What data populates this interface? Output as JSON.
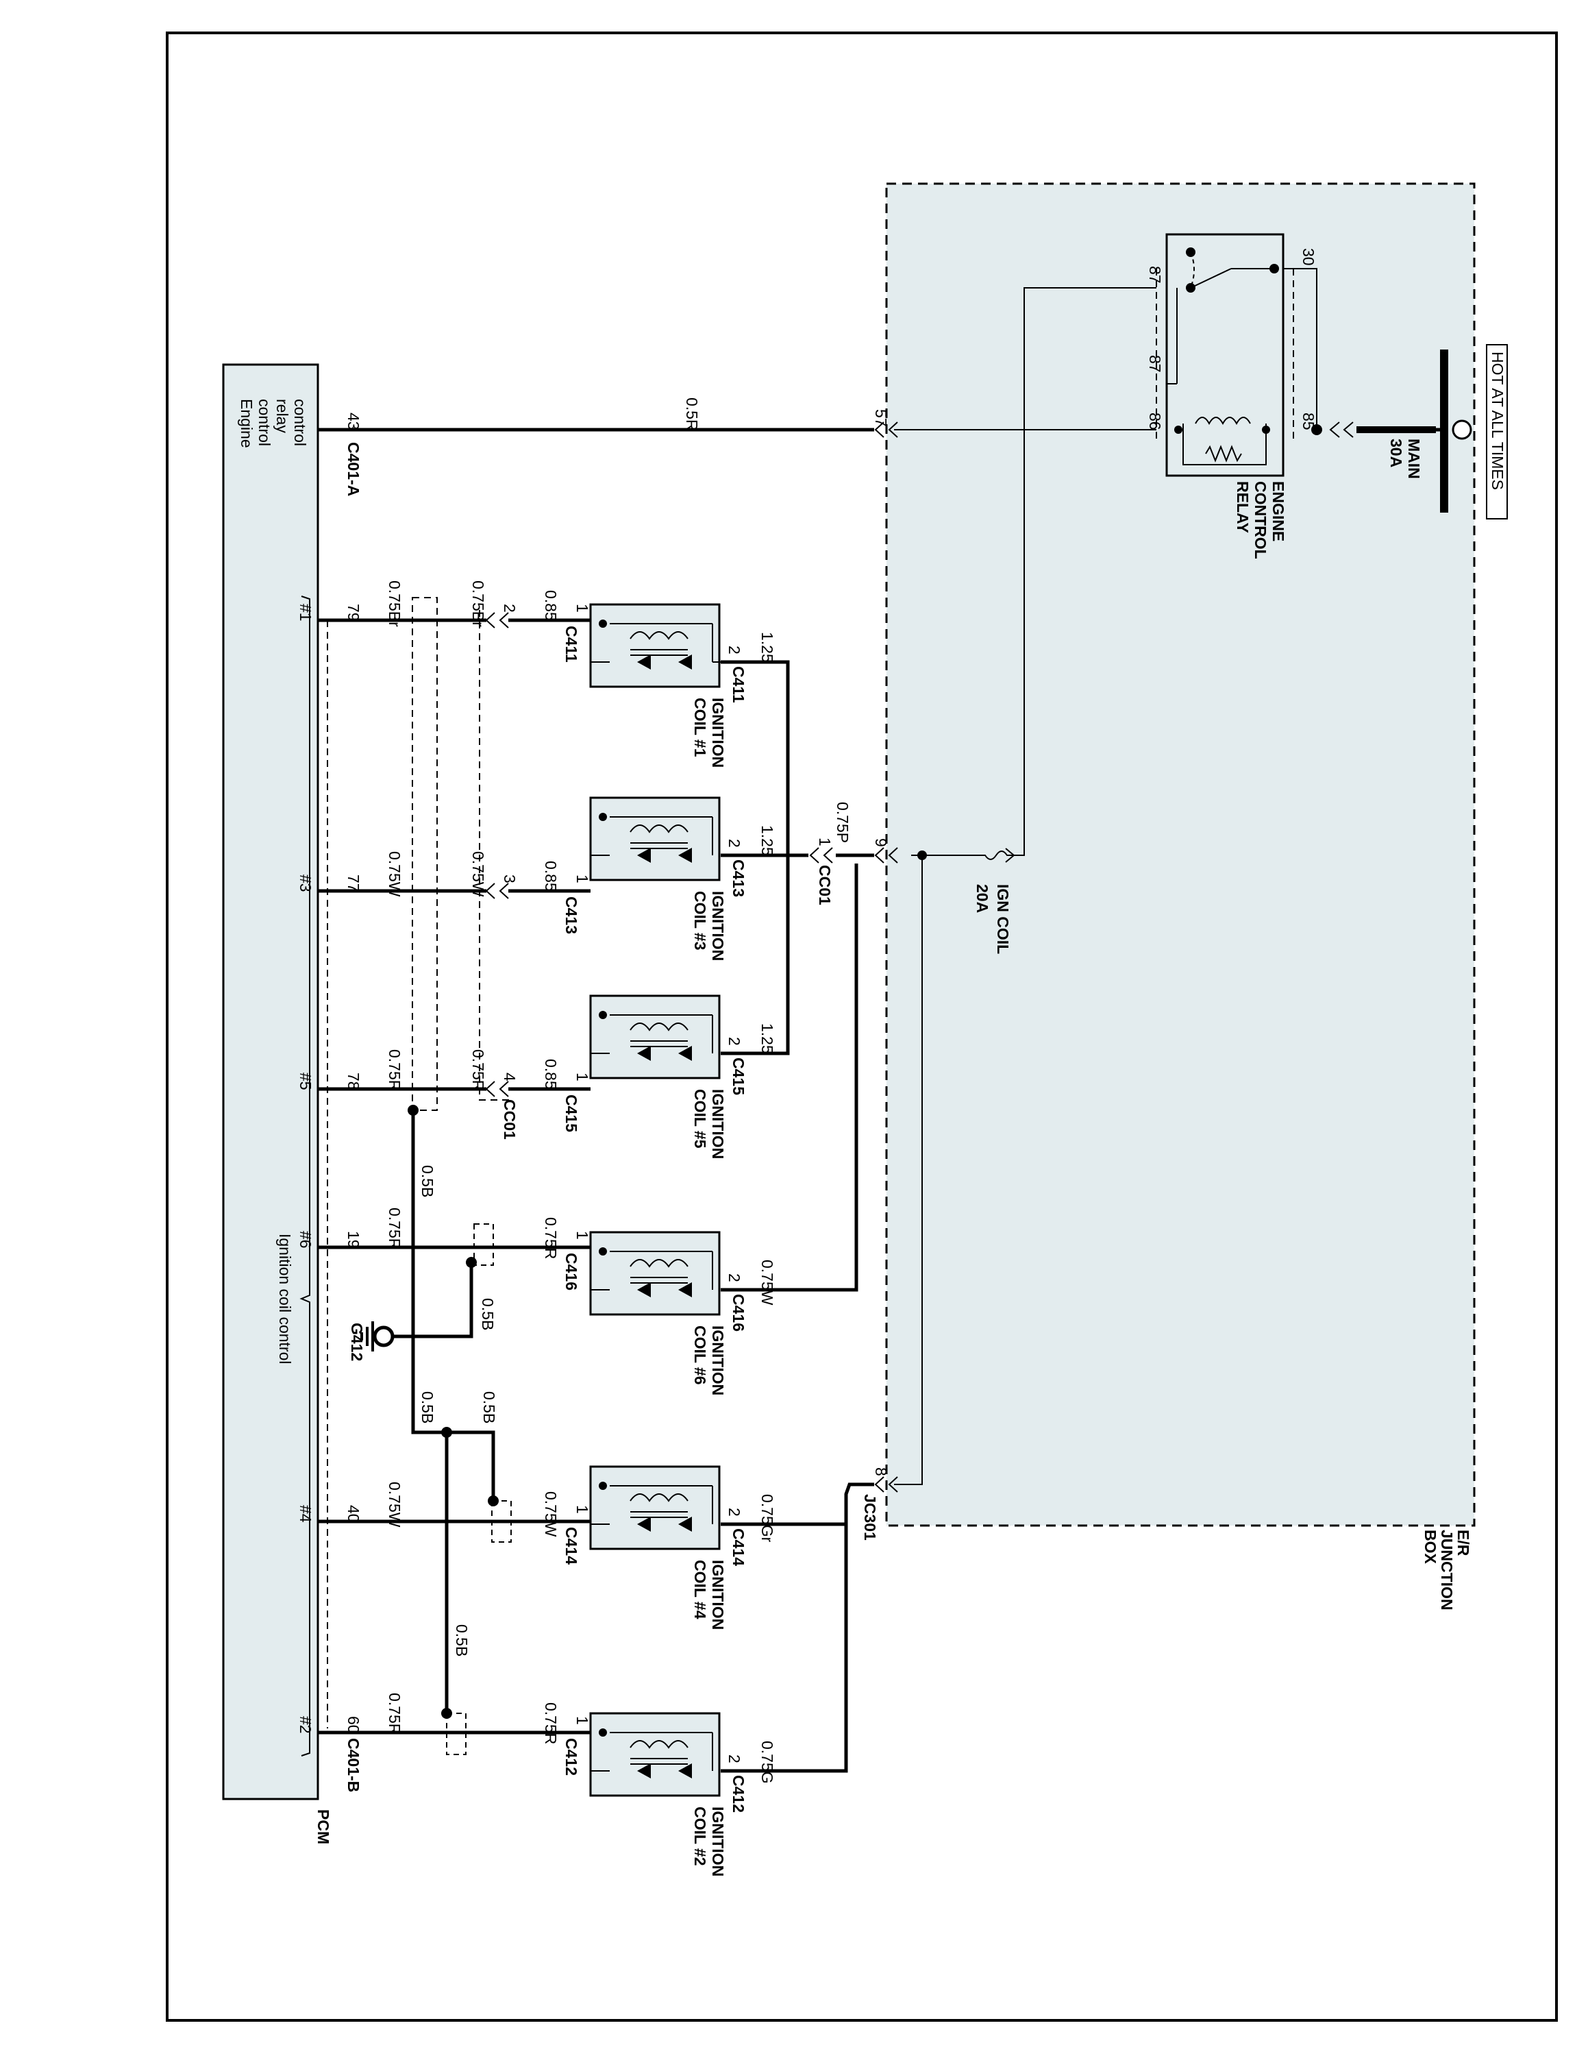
{
  "hot_at_all_times": "HOT AT ALL TIMES",
  "main_fuse": {
    "name": "MAIN",
    "rating": "30A"
  },
  "relay": {
    "line1": "ENGINE",
    "line2": "CONTROL",
    "line3": "RELAY",
    "pin30": "30",
    "pin85": "85",
    "pin86": "86",
    "pin87a": "87",
    "pin87b": "87"
  },
  "junction_box": {
    "line1": "E/R",
    "line2": "JUNCTION",
    "line3": "BOX"
  },
  "ign_fuse": {
    "name": "IGN COIL",
    "rating": "20A"
  },
  "pcm": {
    "name": "PCM",
    "relay_ctrl_label": "Engine control relay control",
    "coil_ctrl_label": "Ignition coil control",
    "conn_a": "C401-A",
    "conn_b": "C401-B",
    "relay_pin": "43"
  },
  "relay_wire": {
    "color": "0.5R",
    "jb_pin": "57"
  },
  "jb_pins": {
    "pin9": "9",
    "pin8": "8",
    "jc": "JC301"
  },
  "cc01": {
    "name": "CC01",
    "pin1": "1",
    "wire_in": "0.75P"
  },
  "coils": [
    {
      "name": "IGNITION COIL #1",
      "conn": "C411",
      "pcm_pin": "79",
      "pcm_ch": "#1",
      "pcm_wire": "0.75Br",
      "mid_wire": "0.75Br",
      "mid_pin": "2",
      "coil_wire": "0.85",
      "supply_wire": "1.25",
      "pin1": "1",
      "pin2": "2"
    },
    {
      "name": "IGNITION COIL #3",
      "conn": "C413",
      "pcm_pin": "77",
      "pcm_ch": "#3",
      "pcm_wire": "0.75W",
      "mid_wire": "0.75W",
      "mid_pin": "3",
      "coil_wire": "0.85",
      "supply_wire": "1.25",
      "pin1": "1",
      "pin2": "2"
    },
    {
      "name": "IGNITION COIL #5",
      "conn": "C415",
      "pcm_pin": "78",
      "pcm_ch": "#5",
      "pcm_wire": "0.75R",
      "mid_wire": "0.75R",
      "mid_pin": "4",
      "coil_wire": "0.85",
      "supply_wire": "1.25",
      "pin1": "1",
      "pin2": "2"
    },
    {
      "name": "IGNITION COIL #6",
      "conn": "C416",
      "pcm_pin": "19",
      "pcm_ch": "#6",
      "pcm_wire": "0.75R",
      "coil_wire": "0.75R",
      "supply_wire": "0.75W",
      "pin1": "1",
      "pin2": "2"
    },
    {
      "name": "IGNITION COIL #4",
      "conn": "C414",
      "pcm_pin": "40",
      "pcm_ch": "#4",
      "pcm_wire": "0.75W",
      "coil_wire": "0.75W",
      "supply_wire": "0.75Gr",
      "pin1": "1",
      "pin2": "2"
    },
    {
      "name": "IGNITION COIL #2",
      "conn": "C412",
      "pcm_pin": "60",
      "pcm_ch": "#2",
      "pcm_wire": "0.75R",
      "coil_wire": "0.75R",
      "supply_wire": "0.75G",
      "pin1": "1",
      "pin2": "2"
    }
  ],
  "ground": {
    "name": "G412",
    "wire1": "0.5B",
    "wire2": "0.5B",
    "wire3": "0.5B",
    "wire4": "0.5B",
    "wire5": "0.5B"
  }
}
